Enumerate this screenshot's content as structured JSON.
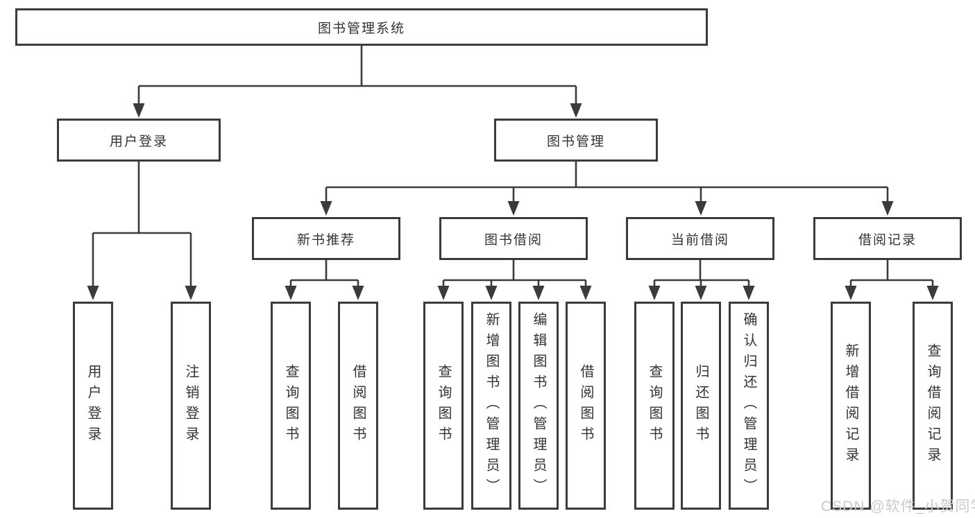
{
  "diagram": {
    "title": "图书管理系统",
    "branches": [
      {
        "label": "用户登录",
        "children": [
          {
            "label": "用户登录"
          },
          {
            "label": "注销登录"
          }
        ]
      },
      {
        "label": "图书管理",
        "children": [
          {
            "label": "新书推荐",
            "children": [
              {
                "label": "查询图书"
              },
              {
                "label": "借阅图书"
              }
            ]
          },
          {
            "label": "图书借阅",
            "children": [
              {
                "label": "查询图书"
              },
              {
                "label": "新增图书（管理员）"
              },
              {
                "label": "编辑图书（管理员）"
              },
              {
                "label": "借阅图书"
              }
            ]
          },
          {
            "label": "当前借阅",
            "children": [
              {
                "label": "查询图书"
              },
              {
                "label": "归还图书"
              },
              {
                "label": "确认归还（管理员）"
              }
            ]
          },
          {
            "label": "借阅记录",
            "children": [
              {
                "label": "新增借阅记录"
              },
              {
                "label": "查询借阅记录"
              }
            ]
          }
        ]
      }
    ]
  },
  "watermark": {
    "text": "CSDN @软件_小贺同学"
  },
  "colors": {
    "line": "#3b3b3b",
    "text": "#333333",
    "background": "#ffffff",
    "watermark": "#c6cbd0"
  }
}
